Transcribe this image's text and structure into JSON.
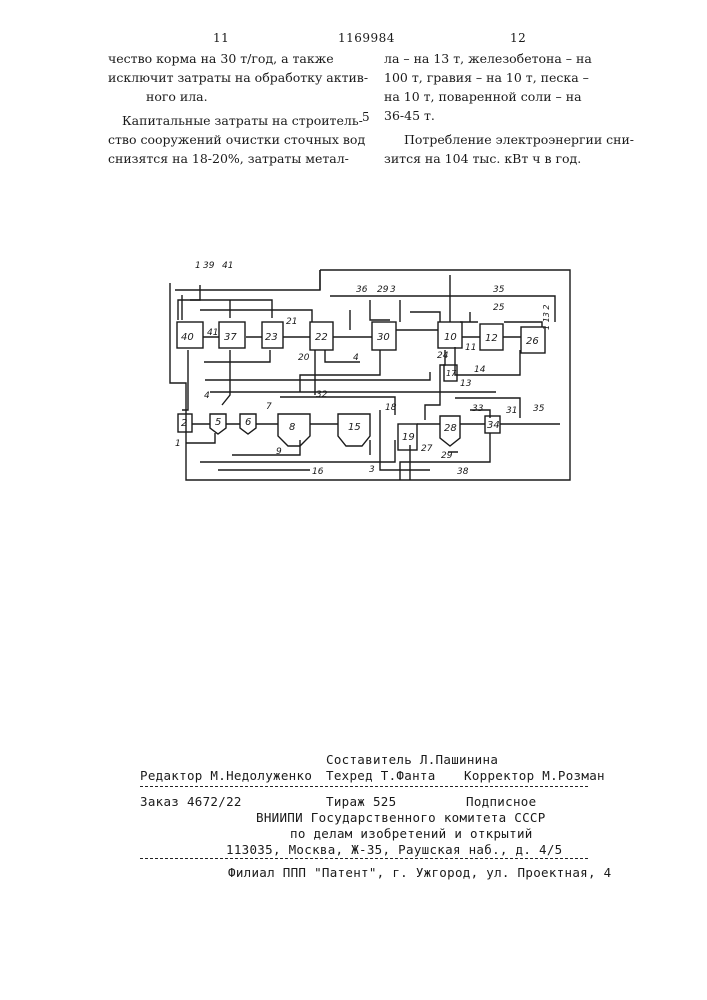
{
  "header": {
    "page_left": "11",
    "patent_number": "1169984",
    "page_right": "12"
  },
  "left_column": [
    "чество корма на 30 т/год, а также",
    "исключит затраты на обработку актив-",
    "ного ила.",
    "Капитальные затраты на строитель-",
    "ство сооружений очистки сточных вод",
    "снизятся на 18-20%, затраты метал-"
  ],
  "line_marker": "5",
  "right_column": [
    "ла – на 13 т, железобетона – на",
    "100 т, гравия – на 10 т, песка –",
    "на 10 т, поваренной соли – на",
    "36-45 т.",
    "Потребление электроэнергии сни-",
    "зится на 104 тыс. кВт ч в год."
  ],
  "diagram": {
    "blocks": [
      "40",
      "37",
      "23",
      "22",
      "30",
      "10",
      "12",
      "26",
      "17",
      "2",
      "5",
      "6",
      "8",
      "15",
      "19",
      "28",
      "34"
    ],
    "line_labels": [
      "1",
      "39",
      "41",
      "41",
      "36",
      "29",
      "3",
      "35",
      "25",
      "21",
      "20",
      "4",
      "24",
      "11",
      "14",
      "13",
      "4",
      "32",
      "7",
      "18",
      "33",
      "31",
      "35",
      "9",
      "16",
      "27",
      "29",
      "3",
      "38",
      "1"
    ],
    "side_label": "1 13 2"
  },
  "footer": {
    "compiler": "Составитель Л.Пашинина",
    "editor": "Редактор М.Недолуженко",
    "techred": "Техред Т.Фанта",
    "corrector": "Корректор М.Розман",
    "order": "Заказ 4672/22",
    "circulation": "Тираж 525",
    "subscription": "Подписное",
    "org1": "ВНИИПИ Государственного комитета СССР",
    "org2": "по делам изобретений и открытий",
    "address": "113035, Москва, Ж-35, Раушская наб., д. 4/5",
    "branch": "Филиал ППП \"Патент\", г. Ужгород, ул. Проектная, 4"
  }
}
